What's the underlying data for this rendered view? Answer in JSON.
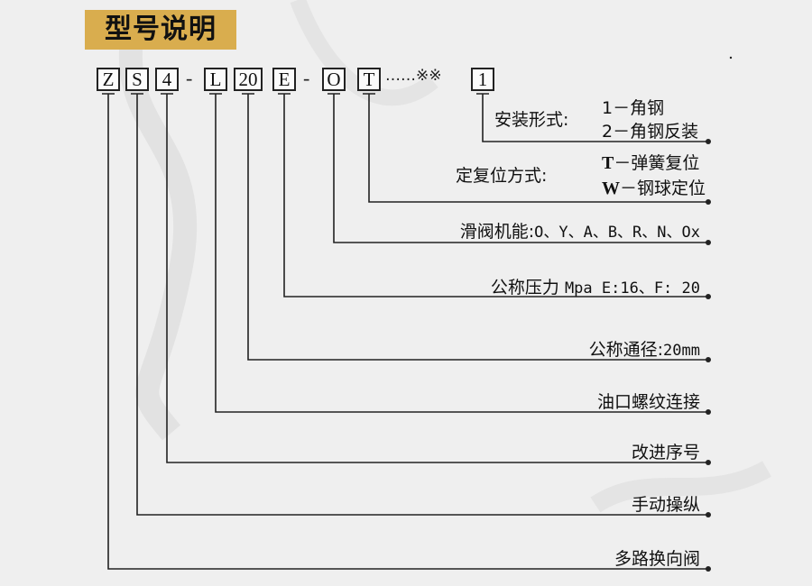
{
  "title": "型号说明",
  "code": {
    "boxes": [
      "Z",
      "S",
      "4",
      "L",
      "20",
      "E",
      "O",
      "T",
      "1"
    ],
    "dash": "-",
    "dots": "……※※"
  },
  "labels": {
    "install_prefix": "安装形式:",
    "install_opt1": "1－角钢",
    "install_opt2": "2－角钢反装",
    "reset_prefix": "定复位方式:",
    "reset_opt1_code": "T",
    "reset_opt1_text": "－弹簧复位",
    "reset_opt2_code": "W",
    "reset_opt2_text": "－钢球定位",
    "valve_function_prefix": "滑阀机能:",
    "valve_function_value": "O、Y、A、B、R、N、Ox",
    "pressure_prefix": "公称压力",
    "pressure_value": "Mpa E:16、F: 20",
    "bore_prefix": "公称通径:",
    "bore_value": "20mm",
    "thread": "油口螺纹连接",
    "revision": "改进序号",
    "manual": "手动操纵",
    "multiway": "多路换向阀"
  }
}
